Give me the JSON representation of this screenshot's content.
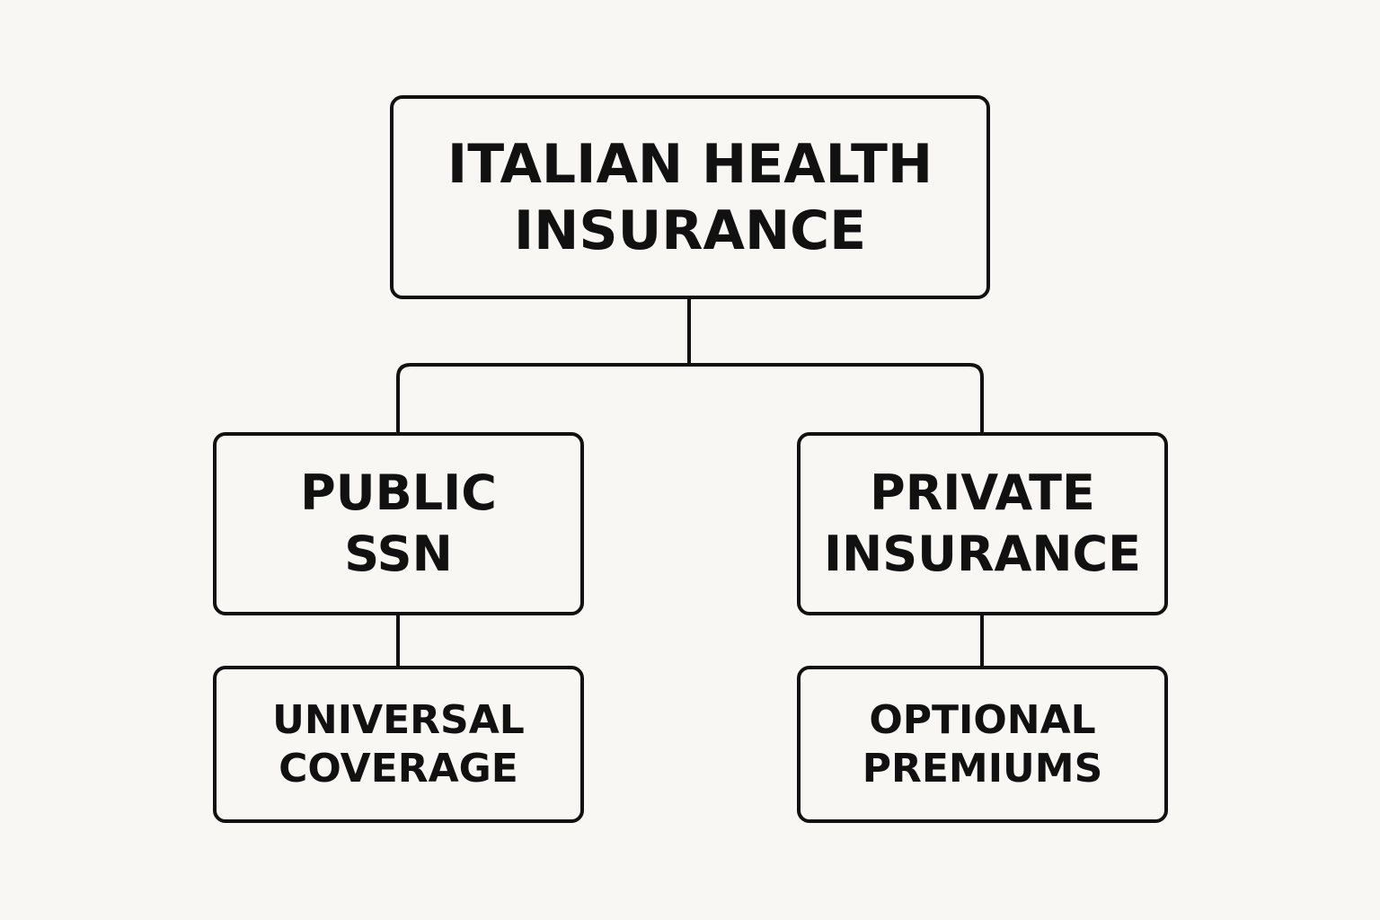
{
  "diagram": {
    "root": {
      "lines": [
        "ITALIAN HEALTH",
        "INSURANCE"
      ]
    },
    "branches": [
      {
        "lines": [
          "PUBLIC",
          "SSN"
        ],
        "child": {
          "lines": [
            "UNIVERSAL",
            "COVERAGE"
          ]
        }
      },
      {
        "lines": [
          "PRIVATE",
          "INSURANCE"
        ],
        "child": {
          "lines": [
            "OPTIONAL",
            "PREMIUMS"
          ]
        }
      }
    ]
  },
  "colors": {
    "background": "#f8f7f3",
    "stroke": "#111111",
    "text": "#111111"
  }
}
